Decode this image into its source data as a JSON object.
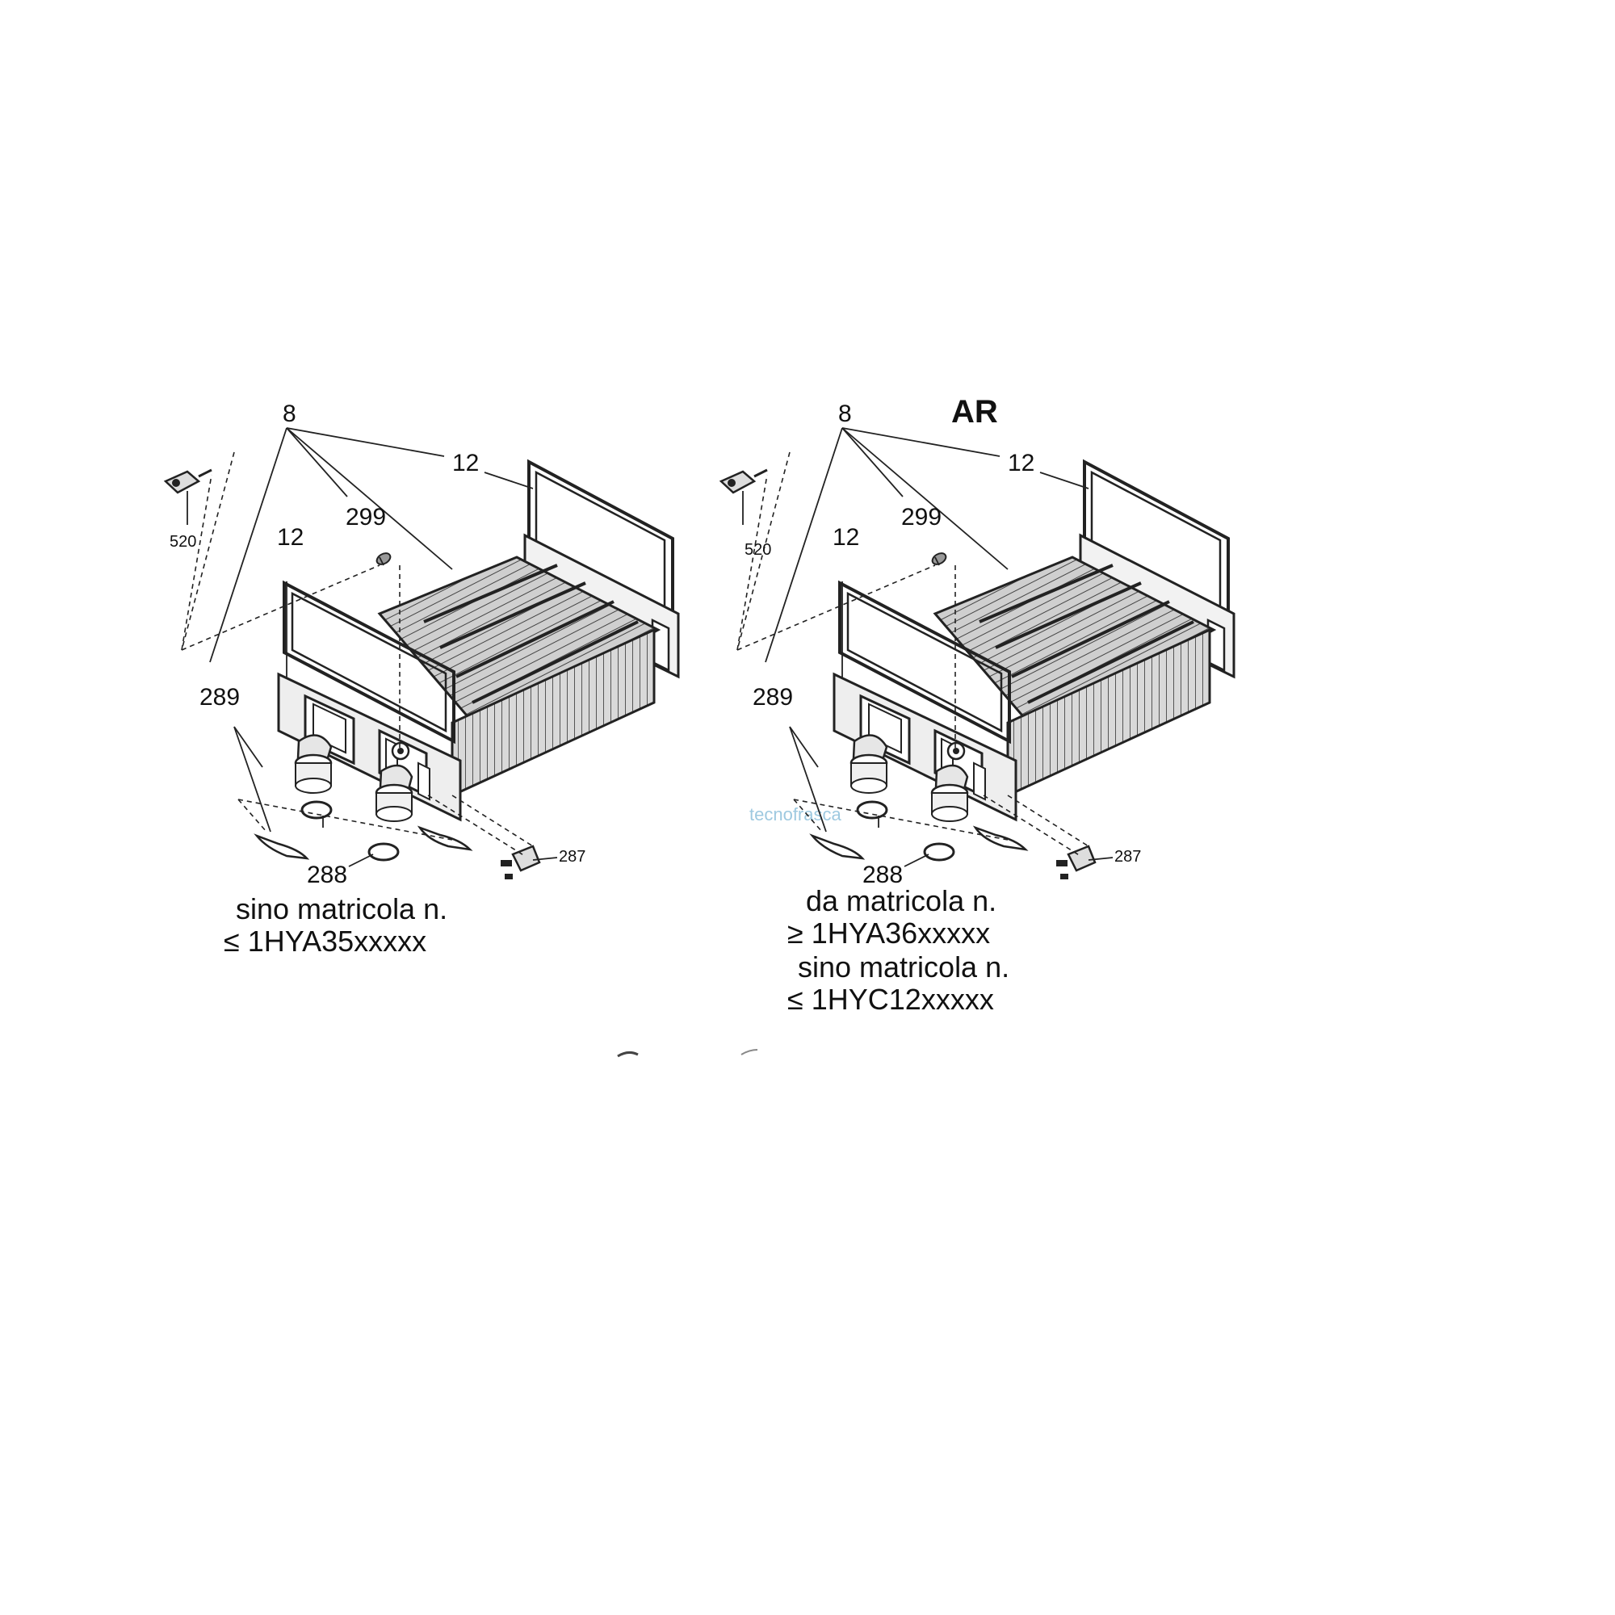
{
  "diagram": {
    "header": "AR",
    "watermark": "tecnofrasca",
    "left_view": {
      "callouts": {
        "c8": "8",
        "c12a": "12",
        "c12b": "12",
        "c299": "299",
        "c520": "520",
        "c289": "289",
        "c288": "288",
        "c287": "287"
      },
      "caption_line1": "sino matricola n.",
      "caption_line2": "≤ 1HYA35xxxxx"
    },
    "right_view": {
      "callouts": {
        "c8": "8",
        "c12a": "12",
        "c12b": "12",
        "c299": "299",
        "c520": "520",
        "c289": "289",
        "c288": "288",
        "c287": "287"
      },
      "caption_line1": "da matricola n.",
      "caption_line2": "≥ 1HYA36xxxxx",
      "caption_line3": "sino matricola n.",
      "caption_line4": "≤ 1HYC12xxxxx"
    }
  }
}
